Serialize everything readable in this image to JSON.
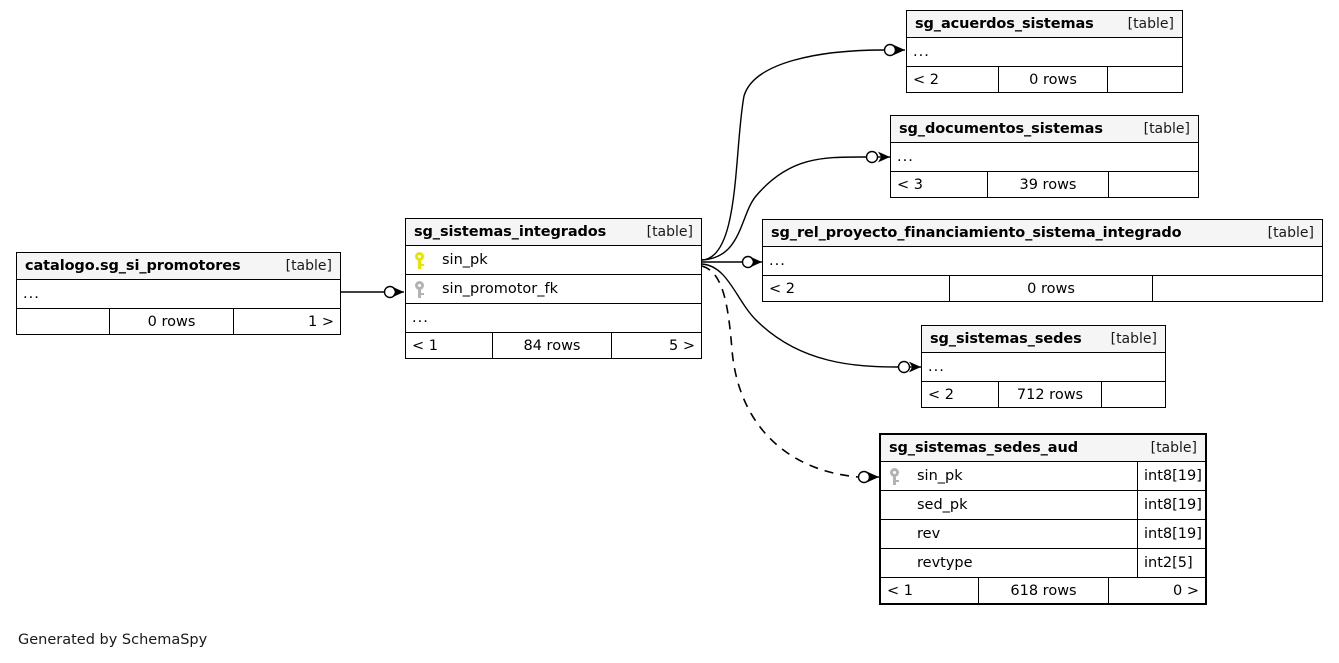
{
  "diagram": {
    "caption": "Generated by SchemaSpy",
    "table_kind_label": "[table]",
    "ellipsis": "...",
    "colors": {
      "background": "#ffffff",
      "header_fill": "#f5f5f5",
      "border": "#000000",
      "primary_key": "#e5e500",
      "foreign_key": "#b3b3b3"
    }
  },
  "tables": [
    {
      "id": "catalogo_sg_si_promotores",
      "name": "catalogo.sg_si_promotores",
      "kind": "[table]",
      "has_ellipsis_row": true,
      "columns": [],
      "footer": {
        "left": "",
        "center": "0 rows",
        "right": "1 >"
      },
      "emphasized": false
    },
    {
      "id": "sg_sistemas_integrados",
      "name": "sg_sistemas_integrados",
      "kind": "[table]",
      "has_ellipsis_row": true,
      "columns": [
        {
          "key": "primary",
          "name": "sin_pk",
          "type": ""
        },
        {
          "key": "foreign",
          "name": "sin_promotor_fk",
          "type": ""
        }
      ],
      "footer": {
        "left": "< 1",
        "center": "84 rows",
        "right": "5 >"
      },
      "emphasized": false
    },
    {
      "id": "sg_acuerdos_sistemas",
      "name": "sg_acuerdos_sistemas",
      "kind": "[table]",
      "has_ellipsis_row": true,
      "columns": [],
      "footer": {
        "left": "< 2",
        "center": "0 rows",
        "right": ""
      },
      "emphasized": false
    },
    {
      "id": "sg_documentos_sistemas",
      "name": "sg_documentos_sistemas",
      "kind": "[table]",
      "has_ellipsis_row": true,
      "columns": [],
      "footer": {
        "left": "< 3",
        "center": "39 rows",
        "right": ""
      },
      "emphasized": false
    },
    {
      "id": "sg_rel_proyecto_financiamiento_sistema_integrado",
      "name": "sg_rel_proyecto_financiamiento_sistema_integrado",
      "kind": "[table]",
      "has_ellipsis_row": true,
      "columns": [],
      "footer": {
        "left": "< 2",
        "center": "0 rows",
        "right": ""
      },
      "emphasized": false
    },
    {
      "id": "sg_sistemas_sedes",
      "name": "sg_sistemas_sedes",
      "kind": "[table]",
      "has_ellipsis_row": true,
      "columns": [],
      "footer": {
        "left": "< 2",
        "center": "712 rows",
        "right": ""
      },
      "emphasized": false
    },
    {
      "id": "sg_sistemas_sedes_aud",
      "name": "sg_sistemas_sedes_aud",
      "kind": "[table]",
      "has_ellipsis_row": false,
      "columns": [
        {
          "key": "foreign",
          "name": "sin_pk",
          "type": "int8[19]"
        },
        {
          "key": "none",
          "name": "sed_pk",
          "type": "int8[19]"
        },
        {
          "key": "none",
          "name": "rev",
          "type": "int8[19]"
        },
        {
          "key": "none",
          "name": "revtype",
          "type": "int2[5]"
        }
      ],
      "footer": {
        "left": "< 1",
        "center": "618 rows",
        "right": "0 >"
      },
      "emphasized": true
    }
  ],
  "relationships": [
    {
      "id": "rel-promotores-integrados",
      "from": "catalogo_sg_si_promotores",
      "to": "sg_sistemas_integrados",
      "style": "solid"
    },
    {
      "id": "rel-integrados-acuerdos",
      "from": "sg_sistemas_integrados",
      "to": "sg_acuerdos_sistemas",
      "style": "solid"
    },
    {
      "id": "rel-integrados-documentos",
      "from": "sg_sistemas_integrados",
      "to": "sg_documentos_sistemas",
      "style": "solid"
    },
    {
      "id": "rel-integrados-relproyecto",
      "from": "sg_sistemas_integrados",
      "to": "sg_rel_proyecto_financiamiento_sistema_integrado",
      "style": "solid"
    },
    {
      "id": "rel-integrados-sedes",
      "from": "sg_sistemas_integrados",
      "to": "sg_sistemas_sedes",
      "style": "solid"
    },
    {
      "id": "rel-integrados-sedesaud",
      "from": "sg_sistemas_integrados",
      "to": "sg_sistemas_sedes_aud",
      "style": "dashed"
    }
  ]
}
